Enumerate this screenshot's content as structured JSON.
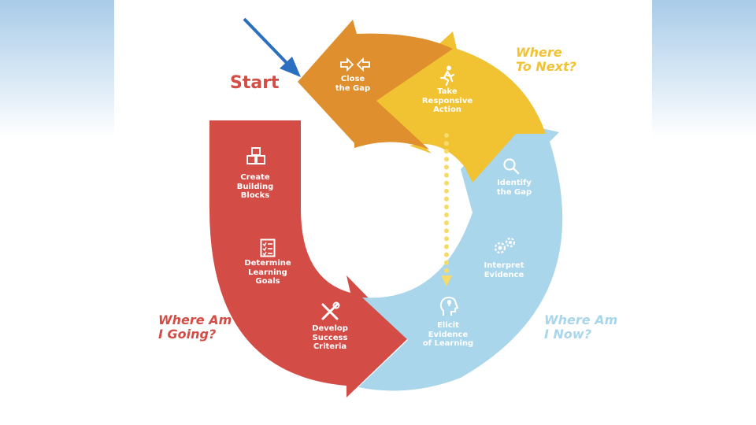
{
  "diagram": {
    "start_label": "Start",
    "phase_headings": {
      "where_to_next": [
        "Where",
        "To Next?"
      ],
      "where_am_i_going": [
        "Where Am",
        "I Going?"
      ],
      "where_am_i_now": [
        "Where Am",
        "I Now?"
      ]
    },
    "steps": {
      "close_gap": [
        "Close",
        "the Gap"
      ],
      "take_action": [
        "Take",
        "Responsive",
        "Action"
      ],
      "identify_gap": [
        "Identify",
        "the Gap"
      ],
      "interpret_evidence": [
        "Interpret",
        "Evidence"
      ],
      "elicit_evidence": [
        "Elicit",
        "Evidence",
        "of Learning"
      ],
      "develop_criteria": [
        "Develop",
        "Success",
        "Criteria"
      ],
      "determine_goals": [
        "Determine",
        "Learning",
        "Goals"
      ],
      "create_blocks": [
        "Create",
        "Building",
        "Blocks"
      ]
    },
    "icons": {
      "close_gap": "arrows-facing-icon",
      "take_action": "running-person-icon",
      "identify_gap": "magnifier-icon",
      "interpret_evidence": "gears-icon",
      "elicit_evidence": "head-lightbulb-icon",
      "develop_criteria": "tools-icon",
      "determine_goals": "checklist-icon",
      "create_blocks": "building-blocks-icon"
    },
    "colors": {
      "red": "#d34c45",
      "orange": "#e08f2e",
      "yellow": "#f1c232",
      "blue": "#a9d6ea",
      "pointer": "#2a6fc0"
    }
  }
}
